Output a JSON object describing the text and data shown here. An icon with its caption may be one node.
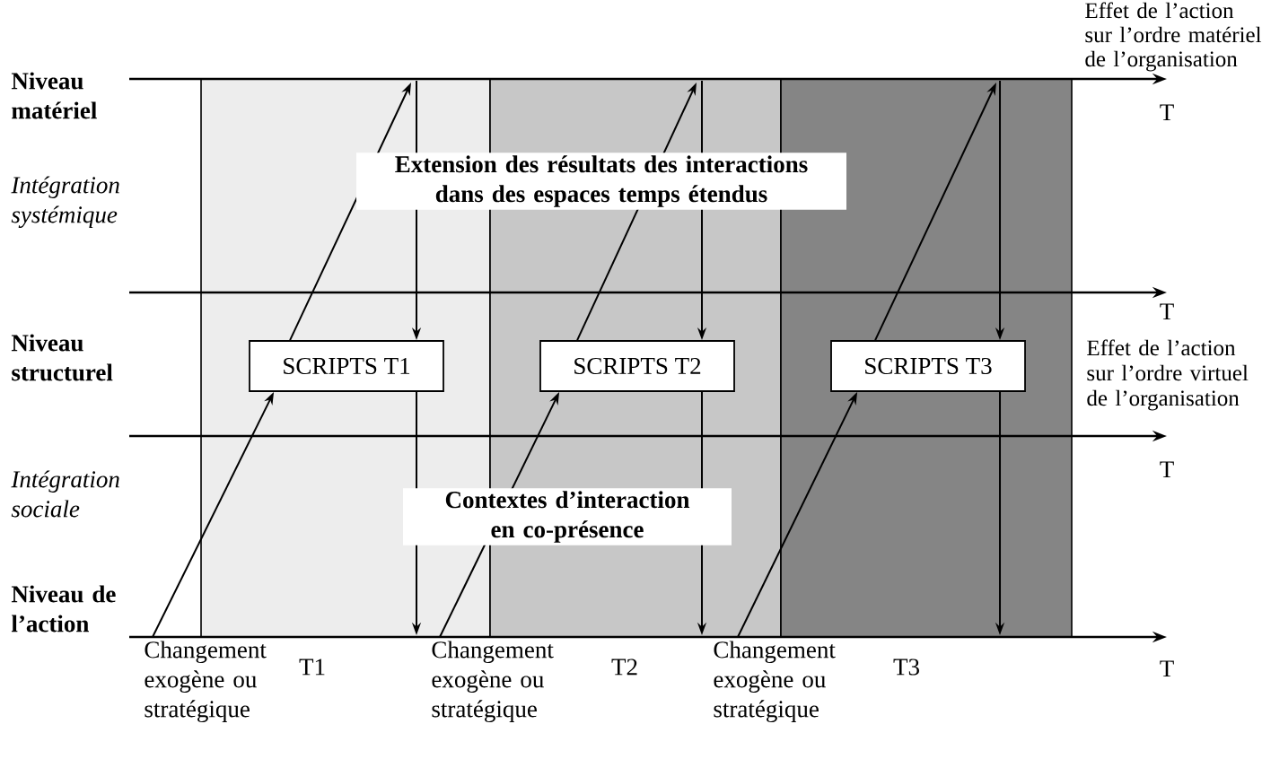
{
  "diagram": {
    "nodes": [
      {
        "text": [
          "SCRIPTS T1"
        ]
      },
      {
        "text": [
          "SCRIPTS T2"
        ]
      },
      {
        "text": [
          "SCRIPTS T3"
        ]
      },
      {
        "text": [
          "Changement exogène ou stratégique"
        ]
      },
      {
        "text": [
          "Changement exogène ou stratégique"
        ]
      },
      {
        "text": [
          "Changement exogène ou stratégique"
        ]
      }
    ],
    "edges": [
      {
        "from": 3,
        "to": 0,
        "arrow": "to"
      },
      {
        "from": 0,
        "to": null,
        "arrow": "to"
      },
      {
        "from": null,
        "to": 0,
        "arrow": "to"
      },
      {
        "from": 0,
        "to": 4,
        "arrow": "to"
      },
      {
        "from": 4,
        "to": 1,
        "arrow": "to"
      },
      {
        "from": 1,
        "to": null,
        "arrow": "to"
      },
      {
        "from": null,
        "to": 1,
        "arrow": "to"
      },
      {
        "from": 1,
        "to": 5,
        "arrow": "to"
      },
      {
        "from": 5,
        "to": 2,
        "arrow": "to"
      },
      {
        "from": 2,
        "to": null,
        "arrow": "to"
      },
      {
        "from": null,
        "to": 2,
        "arrow": "to"
      },
      {
        "from": 2,
        "to": null,
        "arrow": "to"
      }
    ],
    "labels": [
      "Niveau matériel",
      "Intégration systémique",
      "Niveau structurel",
      "Intégration sociale",
      "Niveau de l’action",
      "Effet de l’action sur l’ordre matériel de l’organisation",
      "T",
      "T",
      "Effet de l’action sur l’ordre virtuel de l’organisation",
      "T",
      "T",
      "Extension des résultats des interactions dans des espaces temps étendus",
      "Contextes d’interaction en co-présence",
      "T1",
      "T2",
      "T3"
    ]
  }
}
